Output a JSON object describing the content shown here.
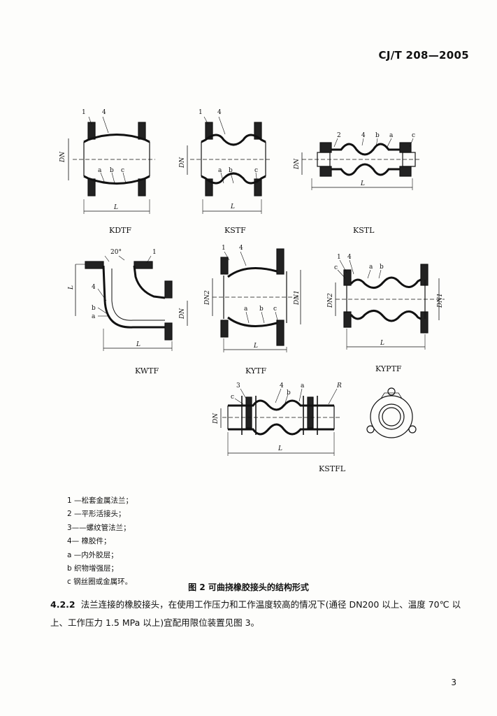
{
  "header": {
    "standard": "CJ/T 208—2005"
  },
  "figures": {
    "kdtf": {
      "caption": "KDTF",
      "labels": [
        "1",
        "4",
        "a",
        "b",
        "c",
        "DN",
        "L"
      ]
    },
    "kstf": {
      "caption": "KSTF",
      "labels": [
        "1",
        "4",
        "a",
        "b",
        "c",
        "DN",
        "L"
      ]
    },
    "kstl": {
      "caption": "KSTL",
      "labels": [
        "2",
        "4",
        "b",
        "a",
        "c",
        "DN",
        "L"
      ]
    },
    "kwtf": {
      "caption": "KWTF",
      "labels": [
        "20°",
        "1",
        "L",
        "4",
        "b",
        "a",
        "DN",
        "L"
      ]
    },
    "kytf": {
      "caption": "KYTF",
      "labels": [
        "1",
        "4",
        "DN2",
        "DN1",
        "a",
        "b",
        "c",
        "L"
      ]
    },
    "kyptf": {
      "caption": "KYPTF",
      "labels": [
        "1",
        "4",
        "c",
        "a",
        "b",
        "DN2",
        "DN1",
        "L"
      ]
    },
    "kstfl": {
      "caption": "KSTFL",
      "labels": [
        "3",
        "c",
        "4",
        "b",
        "a",
        "R",
        "DN",
        "L"
      ]
    }
  },
  "legend": [
    "1 —松套金属法兰；",
    "2 —平形活接头；",
    "3——螺纹管法兰；",
    "4— 橡胶件；",
    "a —内外胶层；",
    "b 织物增强层；",
    "c 钢丝圈或金属环。"
  ],
  "figure_title": "图 2 可曲挠橡胶接头的结构形式",
  "paragraph": {
    "number": "4.2.2",
    "text": "法兰连接的橡胶接头，在使用工作压力和工作温度较高的情况下(通径 DN200 以上、温度 70℃ 以上、工作压力 1.5 MPa 以上)宜配用限位装置见图 3。"
  },
  "page_number": "3"
}
